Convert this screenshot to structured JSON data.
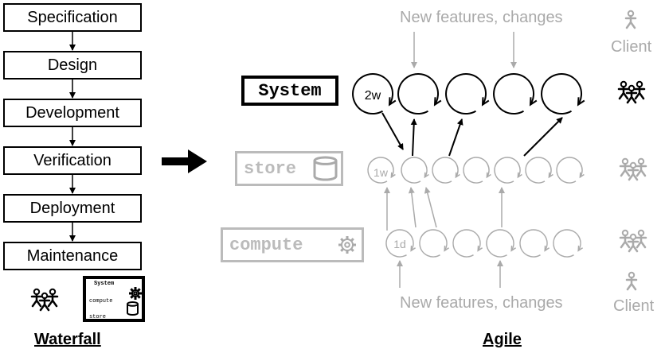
{
  "waterfall": {
    "steps": [
      "Specification",
      "Design",
      "Development",
      "Verification",
      "Deployment",
      "Maintenance"
    ],
    "caption": "Waterfall",
    "mini_system": {
      "title": "System",
      "compute": "compute",
      "store": "store"
    }
  },
  "agile": {
    "caption": "Agile",
    "top_note": "New features, changes",
    "bottom_note": "New features, changes",
    "client_top": "Client",
    "client_bottom": "Client",
    "system_label": "System",
    "store_label": "store",
    "compute_label": "compute",
    "iteration_labels": {
      "system": "2w",
      "store": "1w",
      "compute": "1d"
    }
  },
  "colors": {
    "active": "#000000",
    "inactive": "#aaaaaa"
  },
  "icons": [
    "people-icon",
    "person-icon",
    "gear-icon",
    "database-icon",
    "arrow-right-icon",
    "cycle-icon"
  ]
}
